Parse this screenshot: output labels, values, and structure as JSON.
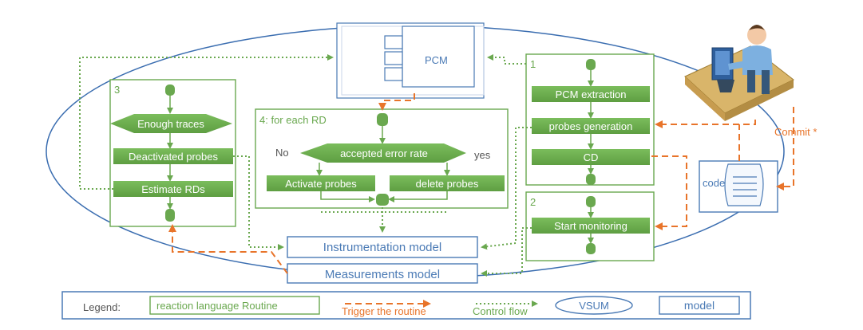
{
  "pcm": {
    "label": "PCM"
  },
  "routine_1": {
    "number": "1",
    "steps": [
      "PCM extraction",
      "probes generation",
      "CD"
    ]
  },
  "routine_2": {
    "number": "2",
    "steps": [
      "Start monitoring"
    ]
  },
  "routine_3": {
    "number": "3",
    "decision": "Enough traces",
    "steps": [
      "Deactivated probes",
      "Estimate RDs"
    ]
  },
  "routine_4": {
    "title": "4: for each RD",
    "decision": "accepted error rate",
    "branch_no": "No",
    "branch_yes": "yes",
    "steps": [
      "Activate probes",
      "delete probes"
    ]
  },
  "models": {
    "instrumentation": "Instrumentation model",
    "measurements": "Measurements model"
  },
  "code_doc": {
    "label": "code"
  },
  "commit_label": "Commit *",
  "legend": {
    "title": "Legend:",
    "routine": "reaction language Routine",
    "trigger": "Trigger the routine",
    "control": "Control flow",
    "vsum": "VSUM",
    "model": "model"
  },
  "colors": {
    "green": "#6aa84f",
    "green_dark": "#4e8a36",
    "blue": "#4a7ab5",
    "orange": "#e8742a",
    "ellipse": "#3a6db0"
  }
}
